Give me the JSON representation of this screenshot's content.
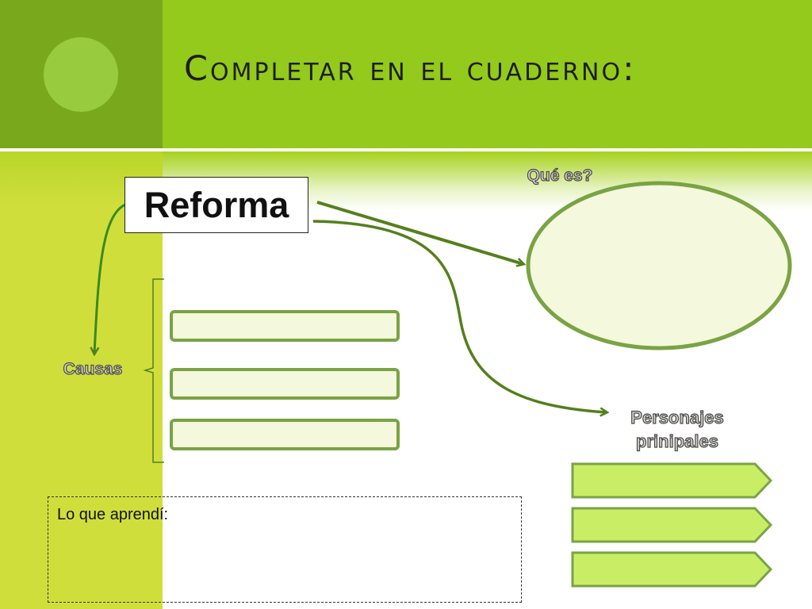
{
  "slide": {
    "title": "Completar en el cuaderno:"
  },
  "diagram": {
    "central_concept": "Reforma",
    "labels": {
      "que_es": "Qué es?",
      "causas": "Causas",
      "personajes_line1": "Personajes",
      "personajes_line2": "prinipales"
    },
    "cause_boxes": 3,
    "character_boxes": 3,
    "notes_label": "Lo que aprendí:"
  },
  "colors": {
    "header_dark": "#79a81c",
    "header_light": "#94ca1b",
    "left_column": "#d0de3c",
    "arrow": "#557f1c",
    "box_border": "#7aa344",
    "box_fill": "#f4f8dc",
    "pointer_fill": "#c9ee66"
  }
}
